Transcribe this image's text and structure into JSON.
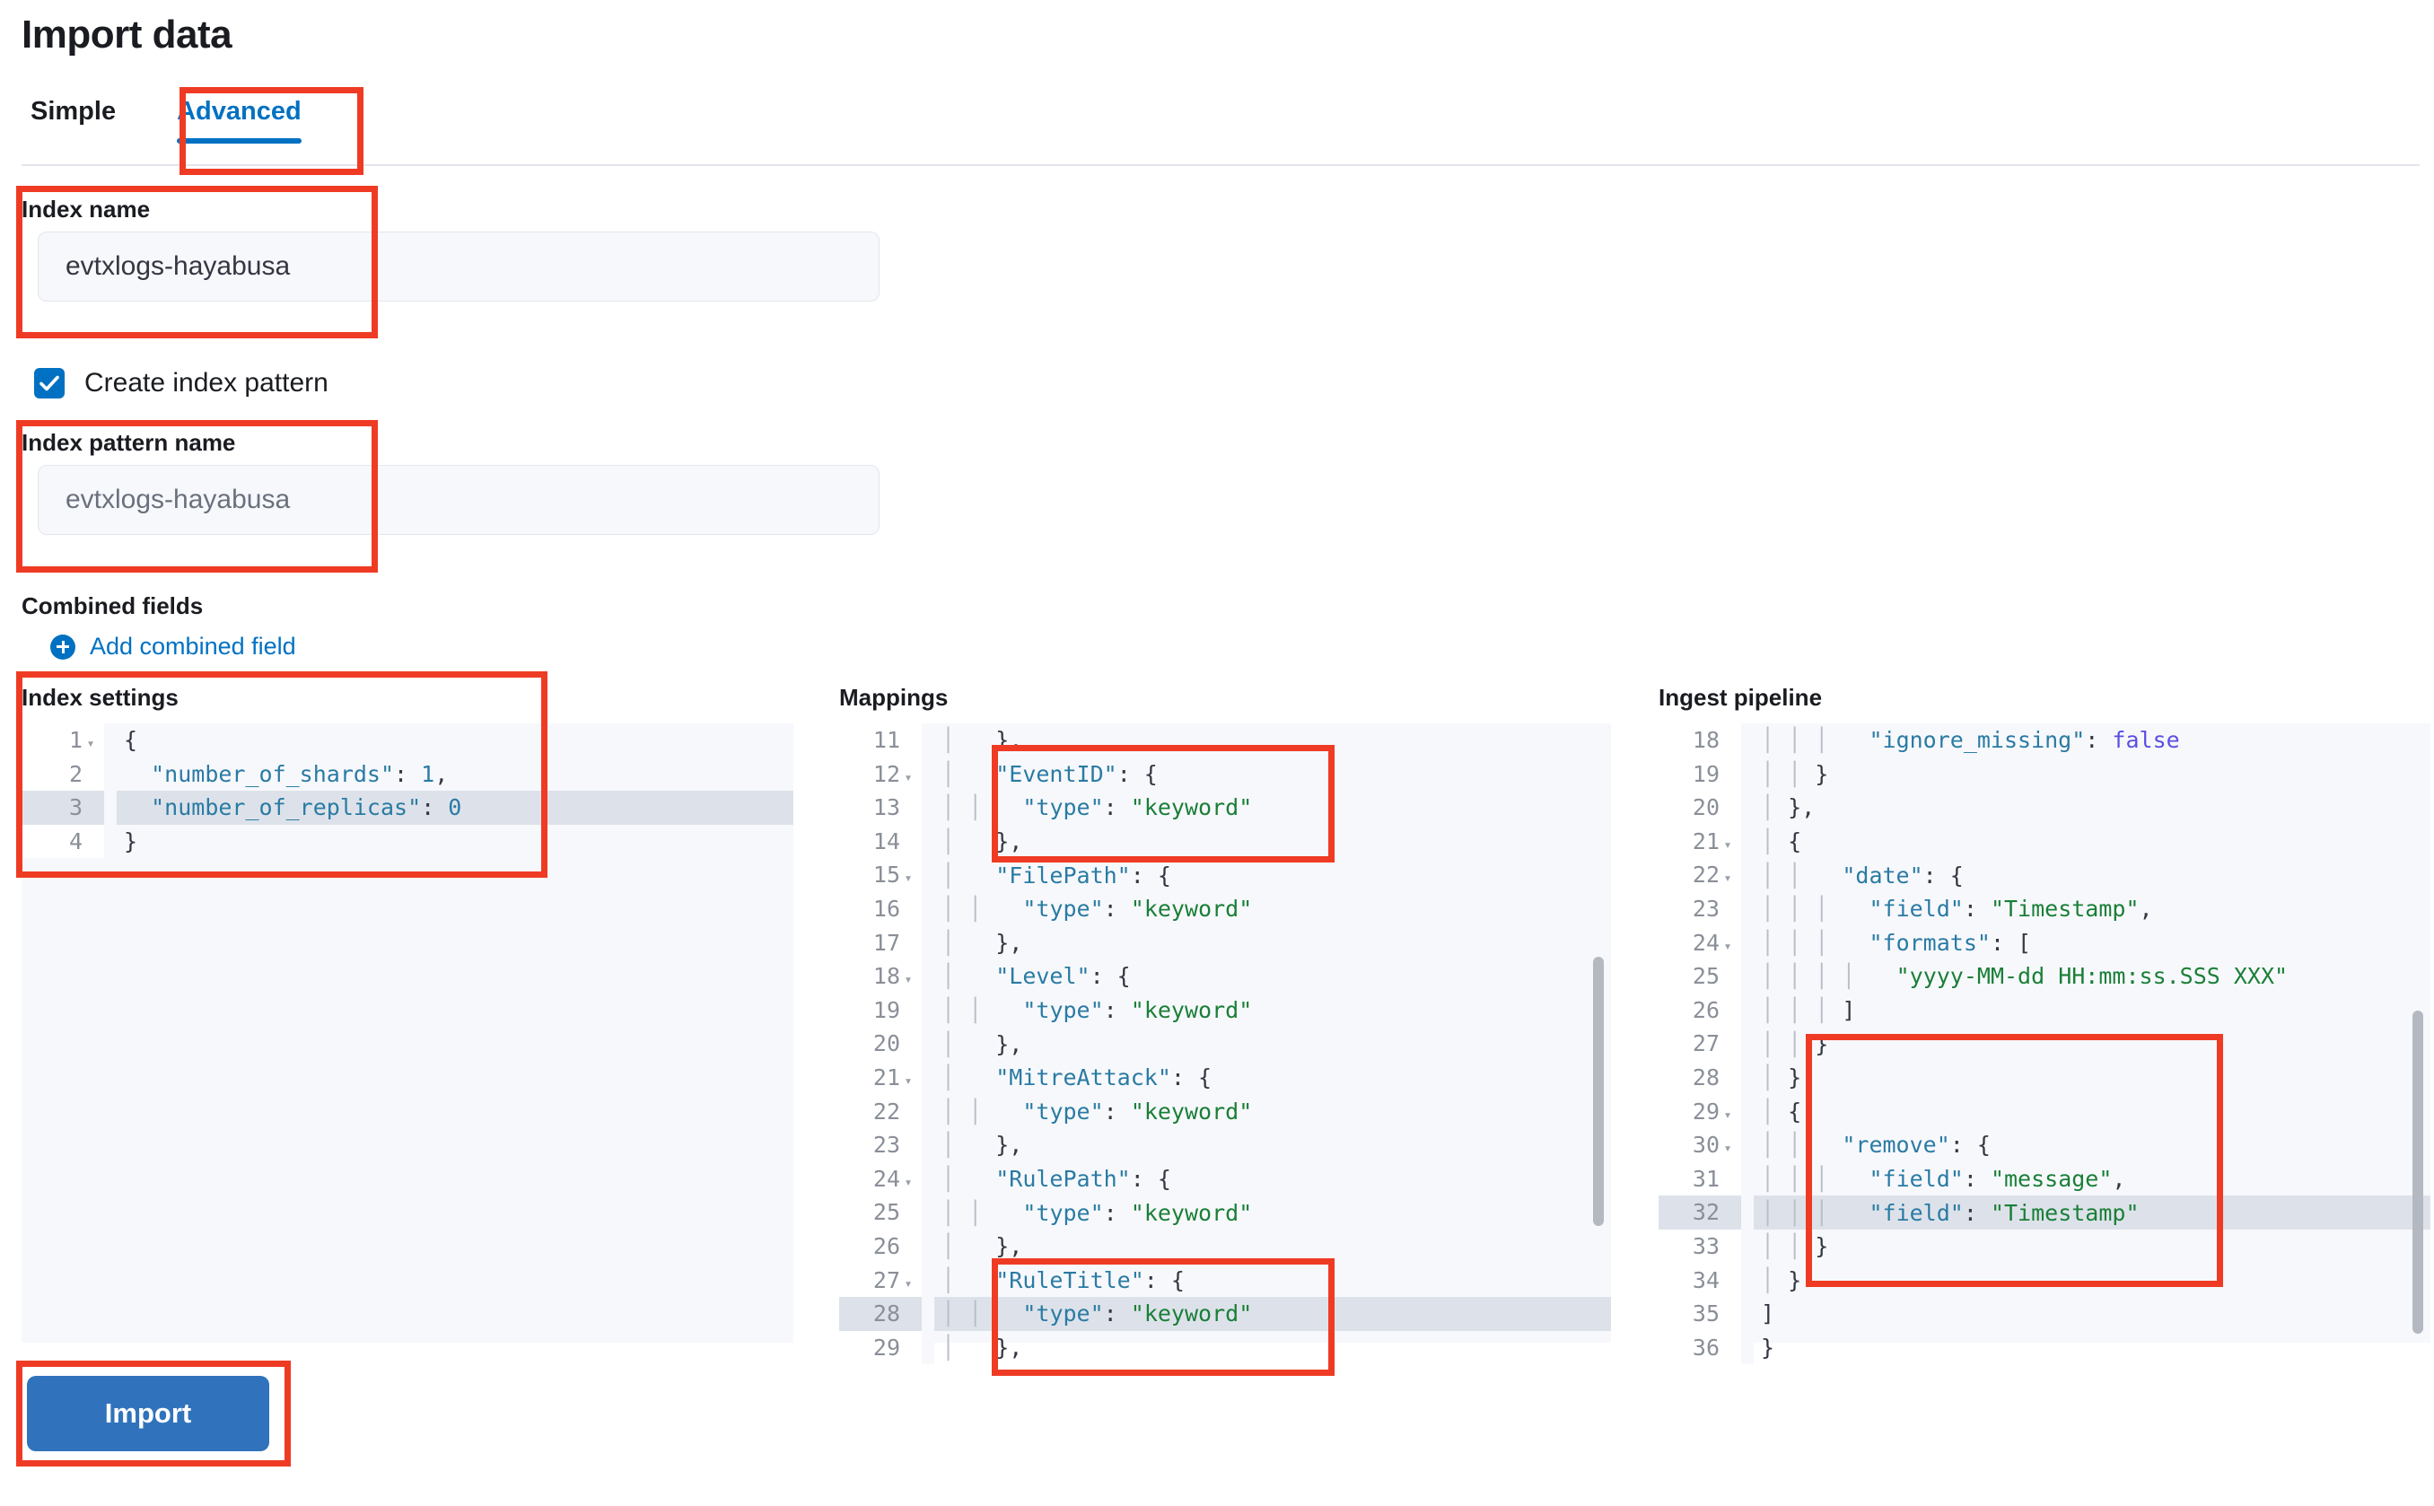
{
  "header": {
    "title": "Import data"
  },
  "tabs": [
    {
      "label": "Simple",
      "active": false
    },
    {
      "label": "Advanced",
      "active": true
    }
  ],
  "form": {
    "index_name_label": "Index name",
    "index_name_value": "evtxlogs-hayabusa",
    "create_index_pattern_label": "Create index pattern",
    "create_index_pattern_checked": true,
    "index_pattern_name_label": "Index pattern name",
    "index_pattern_name_placeholder": "evtxlogs-hayabusa",
    "combined_fields_label": "Combined fields",
    "add_combined_field_label": "Add combined field"
  },
  "panels": {
    "index_settings": {
      "title": "Index settings",
      "highlighted_line": 3,
      "lines": [
        {
          "n": 1,
          "fold": true,
          "html": "<span class=\"p\">{</span>"
        },
        {
          "n": 2,
          "fold": false,
          "html": "  <span class=\"k\">\"number_of_shards\"</span><span class=\"p\">:</span> <span class=\"n\">1</span><span class=\"p\">,</span>"
        },
        {
          "n": 3,
          "fold": false,
          "html": "  <span class=\"k\">\"number_of_replicas\"</span><span class=\"p\">:</span> <span class=\"n\">0</span>"
        },
        {
          "n": 4,
          "fold": false,
          "html": "<span class=\"p\">}</span>"
        }
      ]
    },
    "mappings": {
      "title": "Mappings",
      "highlighted_line": 28,
      "lines": [
        {
          "n": 11,
          "fold": false,
          "html": "<span class=\"ind\">│</span>   <span class=\"p\">},</span>"
        },
        {
          "n": 12,
          "fold": true,
          "html": "<span class=\"ind\">│</span>   <span class=\"k\">\"EventID\"</span><span class=\"p\">: {</span>"
        },
        {
          "n": 13,
          "fold": false,
          "html": "<span class=\"ind\">│</span> <span class=\"ind\">│</span>   <span class=\"k\">\"type\"</span><span class=\"p\">:</span> <span class=\"s\">\"keyword\"</span>"
        },
        {
          "n": 14,
          "fold": false,
          "html": "<span class=\"ind\">│</span>   <span class=\"p\">},</span>"
        },
        {
          "n": 15,
          "fold": true,
          "html": "<span class=\"ind\">│</span>   <span class=\"k\">\"FilePath\"</span><span class=\"p\">: {</span>"
        },
        {
          "n": 16,
          "fold": false,
          "html": "<span class=\"ind\">│</span> <span class=\"ind\">│</span>   <span class=\"k\">\"type\"</span><span class=\"p\">:</span> <span class=\"s\">\"keyword\"</span>"
        },
        {
          "n": 17,
          "fold": false,
          "html": "<span class=\"ind\">│</span>   <span class=\"p\">},</span>"
        },
        {
          "n": 18,
          "fold": true,
          "html": "<span class=\"ind\">│</span>   <span class=\"k\">\"Level\"</span><span class=\"p\">: {</span>"
        },
        {
          "n": 19,
          "fold": false,
          "html": "<span class=\"ind\">│</span> <span class=\"ind\">│</span>   <span class=\"k\">\"type\"</span><span class=\"p\">:</span> <span class=\"s\">\"keyword\"</span>"
        },
        {
          "n": 20,
          "fold": false,
          "html": "<span class=\"ind\">│</span>   <span class=\"p\">},</span>"
        },
        {
          "n": 21,
          "fold": true,
          "html": "<span class=\"ind\">│</span>   <span class=\"k\">\"MitreAttack\"</span><span class=\"p\">: {</span>"
        },
        {
          "n": 22,
          "fold": false,
          "html": "<span class=\"ind\">│</span> <span class=\"ind\">│</span>   <span class=\"k\">\"type\"</span><span class=\"p\">:</span> <span class=\"s\">\"keyword\"</span>"
        },
        {
          "n": 23,
          "fold": false,
          "html": "<span class=\"ind\">│</span>   <span class=\"p\">},</span>"
        },
        {
          "n": 24,
          "fold": true,
          "html": "<span class=\"ind\">│</span>   <span class=\"k\">\"RulePath\"</span><span class=\"p\">: {</span>"
        },
        {
          "n": 25,
          "fold": false,
          "html": "<span class=\"ind\">│</span> <span class=\"ind\">│</span>   <span class=\"k\">\"type\"</span><span class=\"p\">:</span> <span class=\"s\">\"keyword\"</span>"
        },
        {
          "n": 26,
          "fold": false,
          "html": "<span class=\"ind\">│</span>   <span class=\"p\">},</span>"
        },
        {
          "n": 27,
          "fold": true,
          "html": "<span class=\"ind\">│</span>   <span class=\"k\">\"RuleTitle\"</span><span class=\"p\">: {</span>"
        },
        {
          "n": 28,
          "fold": false,
          "html": "<span class=\"ind\">│</span> <span class=\"ind\">│</span>   <span class=\"k\">\"type\"</span><span class=\"p\">:</span> <span class=\"s\">\"keyword\"</span>"
        },
        {
          "n": 29,
          "fold": false,
          "html": "<span class=\"ind\">│</span>   <span class=\"p\">},</span>"
        }
      ]
    },
    "ingest_pipeline": {
      "title": "Ingest pipeline",
      "highlighted_line": 32,
      "lines": [
        {
          "n": 18,
          "fold": false,
          "html": "<span class=\"ind\">│</span> <span class=\"ind\">│</span> <span class=\"ind\">│</span>   <span class=\"k\">\"ignore_missing\"</span><span class=\"p\">:</span> <span class=\"b\">false</span>"
        },
        {
          "n": 19,
          "fold": false,
          "html": "<span class=\"ind\">│</span> <span class=\"ind\">│</span> <span class=\"p\">}</span>"
        },
        {
          "n": 20,
          "fold": false,
          "html": "<span class=\"ind\">│</span> <span class=\"p\">},</span>"
        },
        {
          "n": 21,
          "fold": true,
          "html": "<span class=\"ind\">│</span> <span class=\"p\">{</span>"
        },
        {
          "n": 22,
          "fold": true,
          "html": "<span class=\"ind\">│</span> <span class=\"ind\">│</span>   <span class=\"k\">\"date\"</span><span class=\"p\">: {</span>"
        },
        {
          "n": 23,
          "fold": false,
          "html": "<span class=\"ind\">│</span> <span class=\"ind\">│</span> <span class=\"ind\">│</span>   <span class=\"k\">\"field\"</span><span class=\"p\">:</span> <span class=\"s\">\"Timestamp\"</span><span class=\"p\">,</span>"
        },
        {
          "n": 24,
          "fold": true,
          "html": "<span class=\"ind\">│</span> <span class=\"ind\">│</span> <span class=\"ind\">│</span>   <span class=\"k\">\"formats\"</span><span class=\"p\">: [</span>"
        },
        {
          "n": 25,
          "fold": false,
          "html": "<span class=\"ind\">│</span> <span class=\"ind\">│</span> <span class=\"ind\">│</span> <span class=\"ind\">│</span>   <span class=\"s\">\"yyyy-MM-dd HH:mm:ss.SSS XXX\"</span>"
        },
        {
          "n": 26,
          "fold": false,
          "html": "<span class=\"ind\">│</span> <span class=\"ind\">│</span> <span class=\"ind\">│</span> <span class=\"p\">]</span>"
        },
        {
          "n": 27,
          "fold": false,
          "html": "<span class=\"ind\">│</span> <span class=\"ind\">│</span> <span class=\"p\">}</span>"
        },
        {
          "n": 28,
          "fold": false,
          "html": "<span class=\"ind\">│</span> <span class=\"p\">},</span>"
        },
        {
          "n": 29,
          "fold": true,
          "html": "<span class=\"ind\">│</span> <span class=\"p\">{</span>"
        },
        {
          "n": 30,
          "fold": true,
          "html": "<span class=\"ind\">│</span> <span class=\"ind\">│</span>   <span class=\"k\">\"remove\"</span><span class=\"p\">: {</span>"
        },
        {
          "n": 31,
          "fold": false,
          "html": "<span class=\"ind\">│</span> <span class=\"ind\">│</span> <span class=\"ind\">│</span>   <span class=\"k\">\"field\"</span><span class=\"p\">:</span> <span class=\"s\">\"message\"</span><span class=\"p\">,</span>"
        },
        {
          "n": 32,
          "fold": false,
          "html": "<span class=\"ind\">│</span> <span class=\"ind\">│</span> <span class=\"ind\">│</span>   <span class=\"k\">\"field\"</span><span class=\"p\">:</span> <span class=\"s\">\"Timestamp\"</span>"
        },
        {
          "n": 33,
          "fold": false,
          "html": "<span class=\"ind\">│</span> <span class=\"ind\">│</span> <span class=\"p\">}</span>"
        },
        {
          "n": 34,
          "fold": false,
          "html": "<span class=\"ind\">│</span> <span class=\"p\">}</span>"
        },
        {
          "n": 35,
          "fold": false,
          "html": "<span class=\"p\">]</span>"
        },
        {
          "n": 36,
          "fold": false,
          "html": "<span class=\"p\">}</span>"
        }
      ]
    }
  },
  "footer": {
    "import_label": "Import"
  },
  "colors": {
    "accent": "#0071c2",
    "annotation": "#ef3b24",
    "button": "#3073bc",
    "string": "#1a7f37",
    "key": "#2a7ba3",
    "boolean": "#5b4fe0"
  }
}
